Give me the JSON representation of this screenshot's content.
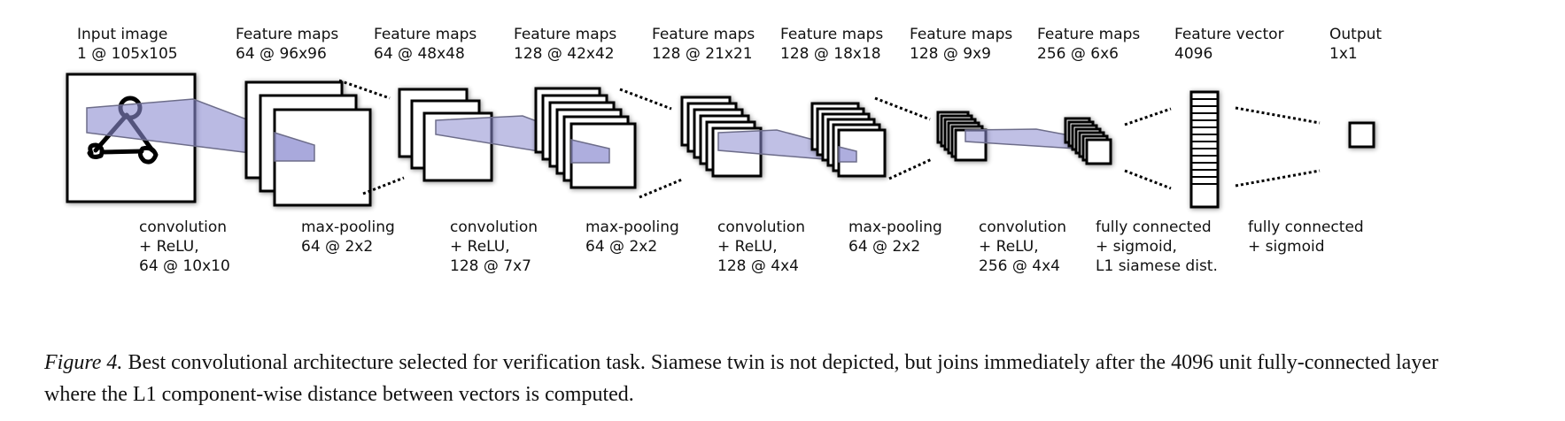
{
  "stage_labels": [
    {
      "id": "input",
      "line1": "Input image",
      "line2": "1 @ 105x105"
    },
    {
      "id": "fm1",
      "line1": "Feature maps",
      "line2": "64 @ 96x96"
    },
    {
      "id": "fm2",
      "line1": "Feature maps",
      "line2": "64 @ 48x48"
    },
    {
      "id": "fm3",
      "line1": "Feature maps",
      "line2": "128 @ 42x42"
    },
    {
      "id": "fm4",
      "line1": "Feature maps",
      "line2": "128 @ 21x21"
    },
    {
      "id": "fm5",
      "line1": "Feature maps",
      "line2": "128 @ 18x18"
    },
    {
      "id": "fm6",
      "line1": "Feature maps",
      "line2": "128 @ 9x9"
    },
    {
      "id": "fm7",
      "line1": "Feature maps",
      "line2": "256 @ 6x6"
    },
    {
      "id": "fv",
      "line1": "Feature vector",
      "line2": "4096"
    },
    {
      "id": "out",
      "line1": "Output",
      "line2": "1x1"
    }
  ],
  "operation_labels": [
    {
      "id": "op1",
      "lines": [
        "convolution",
        "+ ReLU,",
        "64 @ 10x10"
      ]
    },
    {
      "id": "op2",
      "lines": [
        "max-pooling",
        "64 @ 2x2"
      ]
    },
    {
      "id": "op3",
      "lines": [
        "convolution",
        "+ ReLU,",
        "128 @ 7x7"
      ]
    },
    {
      "id": "op4",
      "lines": [
        "max-pooling",
        "64 @ 2x2"
      ]
    },
    {
      "id": "op5",
      "lines": [
        "convolution",
        "+ ReLU,",
        "128 @ 4x4"
      ]
    },
    {
      "id": "op6",
      "lines": [
        "max-pooling",
        "64 @ 2x2"
      ]
    },
    {
      "id": "op7",
      "lines": [
        "convolution",
        "+ ReLU,",
        "256 @ 4x4"
      ]
    },
    {
      "id": "op8",
      "lines": [
        "fully connected",
        "+ sigmoid,",
        "L1 siamese dist."
      ]
    },
    {
      "id": "op9",
      "lines": [
        "fully connected",
        "+ sigmoid"
      ]
    }
  ],
  "caption": {
    "figure_label": "Figure 4.",
    "text": " Best convolutional architecture selected for verification task.  Siamese twin is not depicted, but joins immediately after the 4096 unit fully-connected layer where the L1 component-wise distance between vectors is computed."
  },
  "colors": {
    "kernel_fill": "#8c8cd0",
    "kernel_light": "#e6e6f8",
    "stroke": "#000000"
  },
  "icons": [
    "handwritten-character-icon"
  ]
}
